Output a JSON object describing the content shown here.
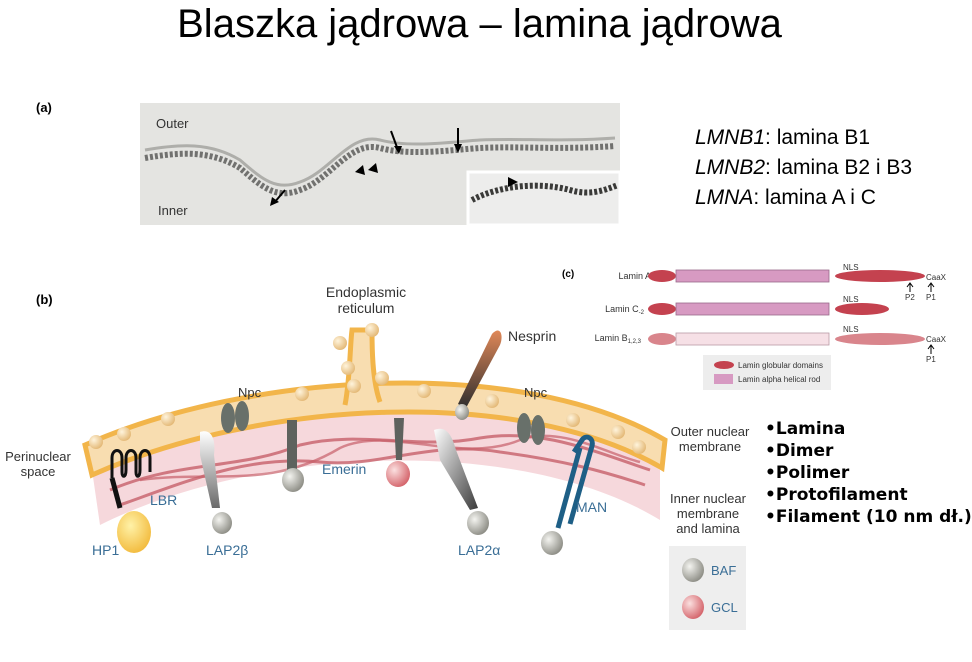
{
  "title": "Blaszka jądrowa – lamina jądrowa",
  "genes": [
    {
      "gene": "LMNB1",
      "desc": ": lamina B1"
    },
    {
      "gene": "LMNB2",
      "desc": ": lamina B2 i B3"
    },
    {
      "gene": "LMNA",
      "desc": ": lamina A i C"
    }
  ],
  "bullets": [
    "•Lamina",
    "•Dimer",
    "•Polimer",
    "•Protofilament",
    "•Filament (10 nm dł.)"
  ],
  "panel_a": {
    "label": "(a)",
    "outer": "Outer",
    "inner": "Inner"
  },
  "panel_b": {
    "label": "(b)",
    "er": [
      "Endoplasmic",
      "reticulum"
    ],
    "nesprin": "Nesprin",
    "npc": "Npc",
    "perinuclear": [
      "Perinuclear",
      "space"
    ],
    "lbr": "LBR",
    "hp1": "HP1",
    "lap2b": "LAP2β",
    "emerin": "Emerin",
    "lap2a": "LAP2α",
    "man": "MAN",
    "outer_membrane": [
      "Outer nuclear",
      "membrane"
    ],
    "inner_membrane": [
      "Inner nuclear",
      "membrane",
      "and lamina"
    ],
    "baf": "BAF",
    "gcl": "GCL"
  },
  "panel_c": {
    "label": "(c)",
    "lamin_a": "Lamin A",
    "lamin_c": "Lamin C",
    "lamin_c_sub": "-2",
    "lamin_b": "Lamin B",
    "lamin_b_sub": "1,2,3",
    "nls": "NLS",
    "caax": "CaaX",
    "p1": "P1",
    "p2": "P2",
    "legend_globular": "Lamin globular domains",
    "legend_rod": "Lamin alpha helical rod"
  },
  "colors": {
    "membrane": "#f2b54a",
    "membrane_fill": "#f8ddb0",
    "lamina": "#f6d8dc",
    "lamina_fiber": "#c7606a",
    "rod": "#d79ac2",
    "globular": "#c4424f",
    "man": "#1e5f86"
  }
}
